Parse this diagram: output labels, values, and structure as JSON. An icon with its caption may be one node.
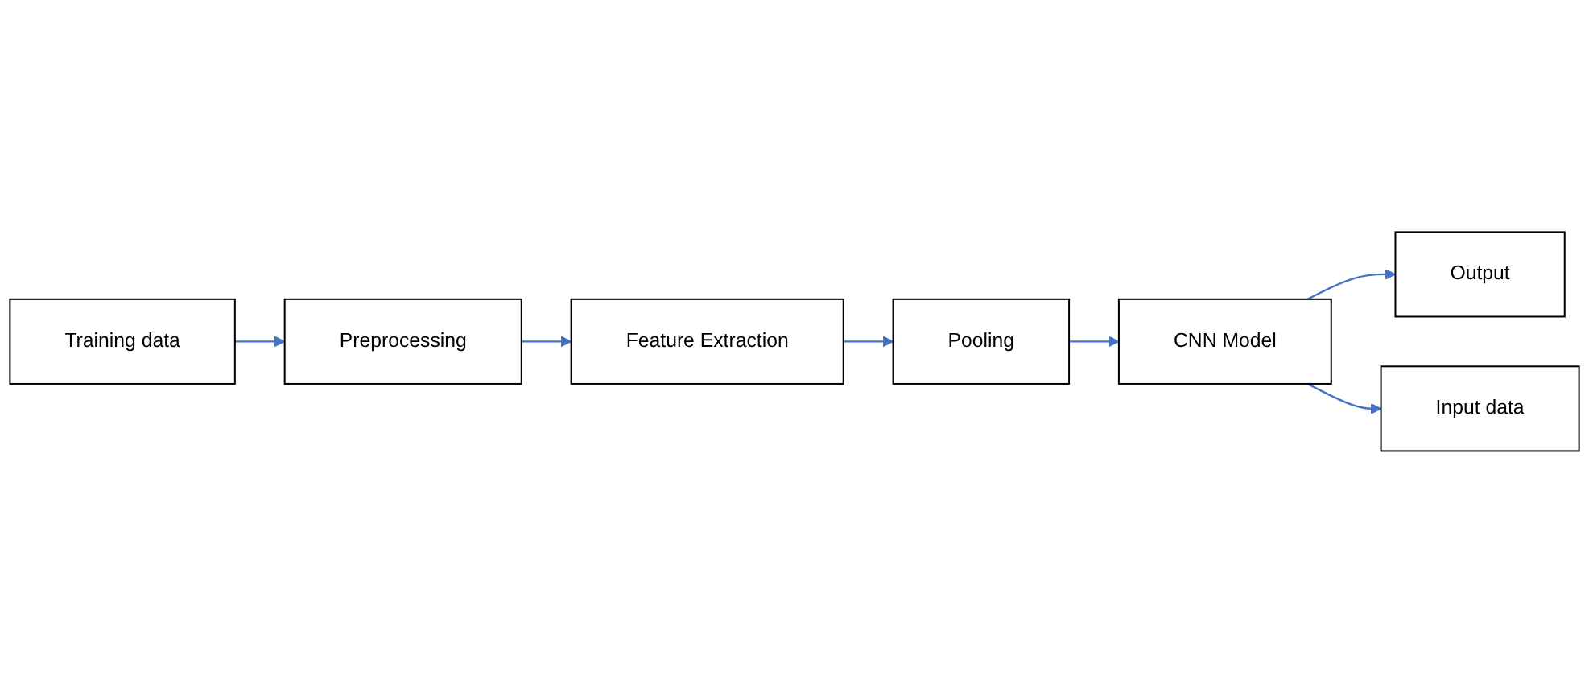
{
  "diagram": {
    "nodes": [
      {
        "text": [
          "Training data"
        ]
      },
      {
        "text": [
          "Preprocessing"
        ]
      },
      {
        "text": [
          "Feature Extraction"
        ]
      },
      {
        "text": [
          "Pooling"
        ]
      },
      {
        "text": [
          "CNN Model"
        ]
      },
      {
        "text": [
          "Output"
        ]
      },
      {
        "text": [
          "Input data"
        ]
      }
    ],
    "edges": [
      {
        "from": 0,
        "to": 1,
        "arrow": "to"
      },
      {
        "from": 1,
        "to": 2,
        "arrow": "to"
      },
      {
        "from": 2,
        "to": 3,
        "arrow": "to"
      },
      {
        "from": 3,
        "to": 4,
        "arrow": "to"
      },
      {
        "from": 4,
        "to": 5,
        "arrow": "to"
      },
      {
        "from": 4,
        "to": 6,
        "arrow": "to"
      }
    ]
  }
}
